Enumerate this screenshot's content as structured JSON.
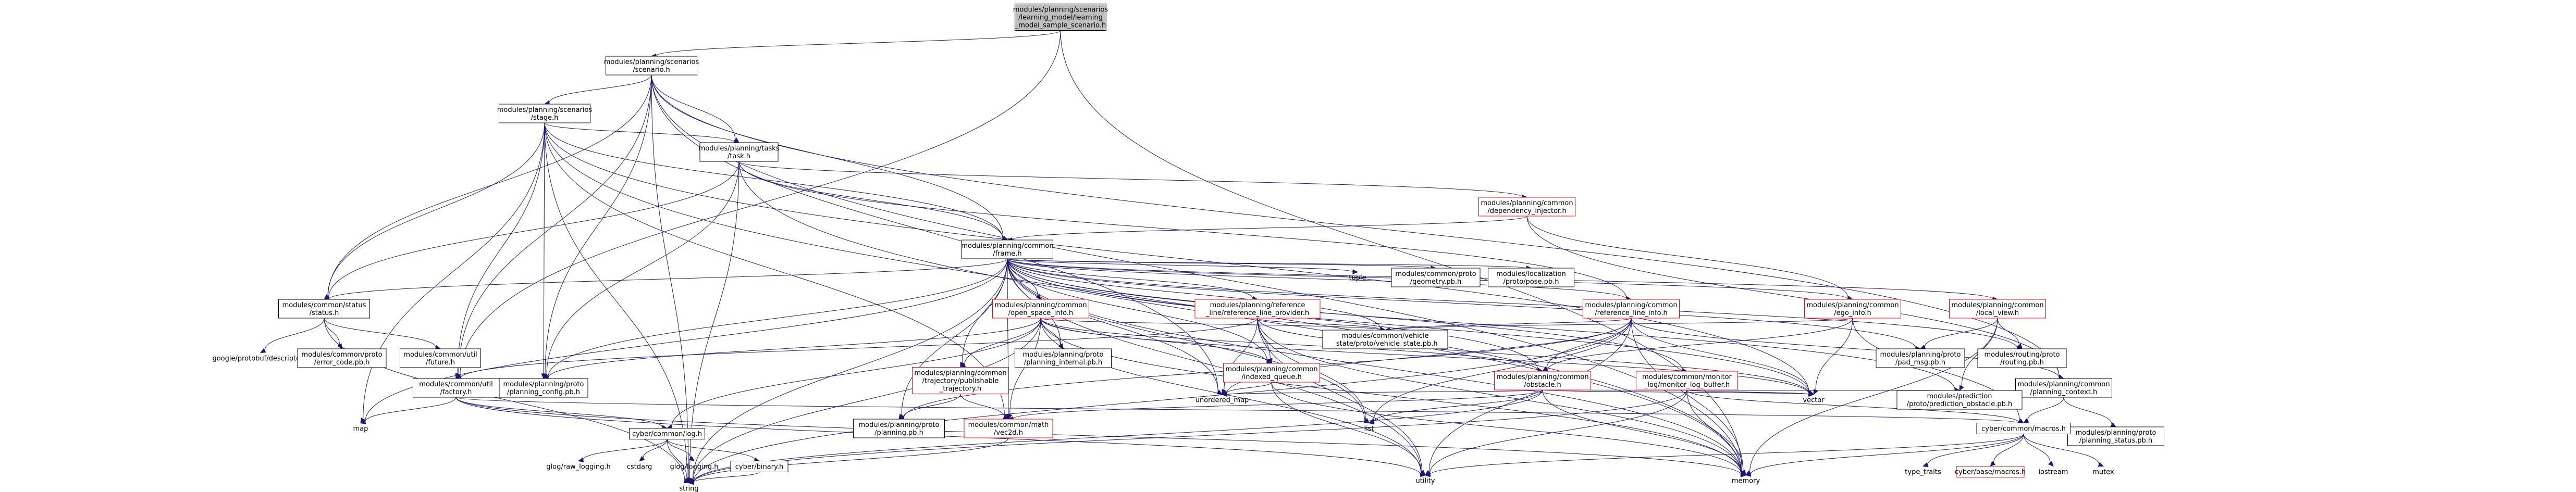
{
  "nodes": [
    {
      "id": "root",
      "lines": [
        "modules/planning/scenarios",
        "/learning_model/learning",
        "_model_sample_scenario.h"
      ],
      "style": "root"
    },
    {
      "id": "scenario_h",
      "lines": [
        "modules/planning/scenarios",
        "/scenario.h"
      ],
      "style": "normal"
    },
    {
      "id": "stage_h",
      "lines": [
        "modules/planning/scenarios",
        "/stage.h"
      ],
      "style": "normal"
    },
    {
      "id": "task_h",
      "lines": [
        "modules/planning/tasks",
        "/task.h"
      ],
      "style": "normal"
    },
    {
      "id": "dep_injector",
      "lines": [
        "modules/planning/common",
        "/dependency_injector.h"
      ],
      "style": "red"
    },
    {
      "id": "frame_h",
      "lines": [
        "modules/planning/common",
        "/frame.h"
      ],
      "style": "normal"
    },
    {
      "id": "status_h",
      "lines": [
        "modules/common/status",
        "/status.h"
      ],
      "style": "normal"
    },
    {
      "id": "factory_h",
      "lines": [
        "modules/common/util",
        "/factory.h"
      ],
      "style": "normal"
    },
    {
      "id": "planning_config",
      "lines": [
        "modules/planning/proto",
        "/planning_config.pb.h"
      ],
      "style": "normal"
    },
    {
      "id": "map",
      "lines": [
        "map"
      ],
      "style": "plain"
    },
    {
      "id": "descriptor",
      "lines": [
        "google/protobuf/descriptor.h"
      ],
      "style": "plain"
    },
    {
      "id": "error_code",
      "lines": [
        "modules/common/proto",
        "/error_code.pb.h"
      ],
      "style": "normal"
    },
    {
      "id": "future_h",
      "lines": [
        "modules/common/util",
        "/future.h"
      ],
      "style": "normal"
    },
    {
      "id": "open_space",
      "lines": [
        "modules/planning/common",
        "/open_space_info.h"
      ],
      "style": "red"
    },
    {
      "id": "traj_pub",
      "lines": [
        "modules/planning/common",
        "/trajectory/publishable",
        "_trajectory.h"
      ],
      "style": "red"
    },
    {
      "id": "planning_internal",
      "lines": [
        "modules/planning/proto",
        "/planning_internal.pb.h"
      ],
      "style": "normal"
    },
    {
      "id": "ref_line_provider",
      "lines": [
        "modules/planning/reference",
        "_line/reference_line_provider.h"
      ],
      "style": "red"
    },
    {
      "id": "indexed_queue",
      "lines": [
        "modules/planning/common",
        "/indexed_queue.h"
      ],
      "style": "red"
    },
    {
      "id": "vehicle_state",
      "lines": [
        "modules/common/vehicle",
        "_state/proto/vehicle_state.pb.h"
      ],
      "style": "normal"
    },
    {
      "id": "tuple",
      "lines": [
        "tuple"
      ],
      "style": "plain"
    },
    {
      "id": "geometry",
      "lines": [
        "modules/common/proto",
        "/geometry.pb.h"
      ],
      "style": "normal"
    },
    {
      "id": "pose",
      "lines": [
        "modules/localization",
        "/proto/pose.pb.h"
      ],
      "style": "normal"
    },
    {
      "id": "ref_line_info",
      "lines": [
        "modules/planning/common",
        "/reference_line_info.h"
      ],
      "style": "red"
    },
    {
      "id": "obstacle_h",
      "lines": [
        "modules/planning/common",
        "/obstacle.h"
      ],
      "style": "red"
    },
    {
      "id": "monitor_buffer",
      "lines": [
        "modules/common/monitor",
        "_log/monitor_log_buffer.h"
      ],
      "style": "red"
    },
    {
      "id": "ego_info",
      "lines": [
        "modules/planning/common",
        "/ego_info.h"
      ],
      "style": "red"
    },
    {
      "id": "local_view",
      "lines": [
        "modules/planning/common",
        "/local_view.h"
      ],
      "style": "red"
    },
    {
      "id": "pad_msg",
      "lines": [
        "modules/planning/proto",
        "/pad_msg.pb.h"
      ],
      "style": "normal"
    },
    {
      "id": "routing_pb",
      "lines": [
        "modules/routing/proto",
        "/routing.pb.h"
      ],
      "style": "normal"
    },
    {
      "id": "planning_context",
      "lines": [
        "modules/planning/common",
        "/planning_context.h"
      ],
      "style": "normal"
    },
    {
      "id": "planning_status",
      "lines": [
        "modules/planning/proto",
        "/planning_status.pb.h"
      ],
      "style": "normal"
    },
    {
      "id": "macros_h",
      "lines": [
        "cyber/common/macros.h"
      ],
      "style": "normal"
    },
    {
      "id": "log_h",
      "lines": [
        "cyber/common/log.h"
      ],
      "style": "normal"
    },
    {
      "id": "glog_raw",
      "lines": [
        "glog/raw_logging.h"
      ],
      "style": "plain"
    },
    {
      "id": "cstdarg",
      "lines": [
        "cstdarg"
      ],
      "style": "plain"
    },
    {
      "id": "glog_logging",
      "lines": [
        "glog/logging.h"
      ],
      "style": "plain"
    },
    {
      "id": "binary_h",
      "lines": [
        "cyber/binary.h"
      ],
      "style": "normal"
    },
    {
      "id": "string",
      "lines": [
        "string"
      ],
      "style": "plain"
    },
    {
      "id": "planning_pb",
      "lines": [
        "modules/planning/proto",
        "/planning.pb.h"
      ],
      "style": "normal"
    },
    {
      "id": "vec2d",
      "lines": [
        "modules/common/math",
        "/vec2d.h"
      ],
      "style": "red"
    },
    {
      "id": "unordered_map",
      "lines": [
        "unordered_map"
      ],
      "style": "plain"
    },
    {
      "id": "list",
      "lines": [
        "list"
      ],
      "style": "plain"
    },
    {
      "id": "utility",
      "lines": [
        "utility"
      ],
      "style": "plain"
    },
    {
      "id": "vector",
      "lines": [
        "vector"
      ],
      "style": "plain"
    },
    {
      "id": "prediction_obstacle",
      "lines": [
        "modules/prediction",
        "/proto/prediction_obstacle.pb.h"
      ],
      "style": "normal"
    },
    {
      "id": "memory",
      "lines": [
        "memory"
      ],
      "style": "plain"
    },
    {
      "id": "type_traits",
      "lines": [
        "type_traits"
      ],
      "style": "plain"
    },
    {
      "id": "base_macros",
      "lines": [
        "cyber/base/macros.h"
      ],
      "style": "red"
    },
    {
      "id": "iostream",
      "lines": [
        "iostream"
      ],
      "style": "plain"
    },
    {
      "id": "mutex",
      "lines": [
        "mutex"
      ],
      "style": "plain"
    }
  ],
  "edges": [
    [
      "root",
      "scenario_h"
    ],
    [
      "root",
      "factory_h"
    ],
    [
      "root",
      "memory"
    ],
    [
      "scenario_h",
      "stage_h"
    ],
    [
      "scenario_h",
      "task_h"
    ],
    [
      "scenario_h",
      "frame_h"
    ],
    [
      "scenario_h",
      "status_h"
    ],
    [
      "scenario_h",
      "factory_h"
    ],
    [
      "scenario_h",
      "planning_config"
    ],
    [
      "scenario_h",
      "planning_context"
    ],
    [
      "scenario_h",
      "string"
    ],
    [
      "scenario_h",
      "memory"
    ],
    [
      "scenario_h",
      "unordered_map"
    ],
    [
      "stage_h",
      "task_h"
    ],
    [
      "stage_h",
      "frame_h"
    ],
    [
      "stage_h",
      "status_h"
    ],
    [
      "stage_h",
      "factory_h"
    ],
    [
      "stage_h",
      "planning_config"
    ],
    [
      "stage_h",
      "map"
    ],
    [
      "stage_h",
      "string"
    ],
    [
      "stage_h",
      "vector"
    ],
    [
      "stage_h",
      "memory"
    ],
    [
      "stage_h",
      "vec2d"
    ],
    [
      "task_h",
      "dep_injector"
    ],
    [
      "task_h",
      "frame_h"
    ],
    [
      "task_h",
      "status_h"
    ],
    [
      "task_h",
      "planning_config"
    ],
    [
      "task_h",
      "ref_line_info"
    ],
    [
      "task_h",
      "string"
    ],
    [
      "task_h",
      "memory"
    ],
    [
      "dep_injector",
      "frame_h"
    ],
    [
      "dep_injector",
      "ego_info"
    ],
    [
      "dep_injector",
      "planning_context"
    ],
    [
      "frame_h",
      "status_h"
    ],
    [
      "frame_h",
      "open_space"
    ],
    [
      "frame_h",
      "traj_pub"
    ],
    [
      "frame_h",
      "planning_internal"
    ],
    [
      "frame_h",
      "ref_line_provider"
    ],
    [
      "frame_h",
      "indexed_queue"
    ],
    [
      "frame_h",
      "vehicle_state"
    ],
    [
      "frame_h",
      "tuple"
    ],
    [
      "frame_h",
      "geometry"
    ],
    [
      "frame_h",
      "pose"
    ],
    [
      "frame_h",
      "ref_line_info"
    ],
    [
      "frame_h",
      "obstacle_h"
    ],
    [
      "frame_h",
      "monitor_buffer"
    ],
    [
      "frame_h",
      "ego_info"
    ],
    [
      "frame_h",
      "local_view"
    ],
    [
      "frame_h",
      "pad_msg"
    ],
    [
      "frame_h",
      "routing_pb"
    ],
    [
      "frame_h",
      "planning_pb"
    ],
    [
      "frame_h",
      "planning_config"
    ],
    [
      "frame_h",
      "vec2d"
    ],
    [
      "frame_h",
      "unordered_map"
    ],
    [
      "frame_h",
      "list"
    ],
    [
      "frame_h",
      "map"
    ],
    [
      "frame_h",
      "string"
    ],
    [
      "frame_h",
      "vector"
    ],
    [
      "frame_h",
      "utility"
    ],
    [
      "frame_h",
      "prediction_obstacle"
    ],
    [
      "frame_h",
      "memory"
    ],
    [
      "status_h",
      "descriptor"
    ],
    [
      "status_h",
      "error_code"
    ],
    [
      "status_h",
      "future_h"
    ],
    [
      "status_h",
      "string"
    ],
    [
      "factory_h",
      "map"
    ],
    [
      "factory_h",
      "log_h"
    ],
    [
      "factory_h",
      "macros_h"
    ],
    [
      "factory_h",
      "memory"
    ],
    [
      "factory_h",
      "utility"
    ],
    [
      "open_space",
      "traj_pub"
    ],
    [
      "open_space",
      "planning_internal"
    ],
    [
      "open_space",
      "indexed_queue"
    ],
    [
      "open_space",
      "vehicle_state"
    ],
    [
      "open_space",
      "planning_config"
    ],
    [
      "open_space",
      "vec2d"
    ],
    [
      "open_space",
      "log_h"
    ],
    [
      "open_space",
      "vector"
    ],
    [
      "open_space",
      "utility"
    ],
    [
      "open_space",
      "memory"
    ],
    [
      "open_space",
      "string"
    ],
    [
      "open_space",
      "obstacle_h"
    ],
    [
      "traj_pub",
      "planning_pb"
    ],
    [
      "traj_pub",
      "vec2d"
    ],
    [
      "ref_line_provider",
      "vehicle_state"
    ],
    [
      "ref_line_provider",
      "indexed_queue"
    ],
    [
      "ref_line_provider",
      "factory_h"
    ],
    [
      "ref_line_provider",
      "list"
    ],
    [
      "ref_line_provider",
      "vector"
    ],
    [
      "ref_line_provider",
      "memory"
    ],
    [
      "ref_line_provider",
      "unordered_map"
    ],
    [
      "ref_line_provider",
      "utility"
    ],
    [
      "indexed_queue",
      "unordered_map"
    ],
    [
      "indexed_queue",
      "memory"
    ],
    [
      "indexed_queue",
      "utility"
    ],
    [
      "ref_line_info",
      "vehicle_state"
    ],
    [
      "ref_line_info",
      "obstacle_h"
    ],
    [
      "ref_line_info",
      "planning_context"
    ],
    [
      "ref_line_info",
      "planning_pb"
    ],
    [
      "ref_line_info",
      "vector"
    ],
    [
      "ref_line_info",
      "list"
    ],
    [
      "ref_line_info",
      "memory"
    ],
    [
      "ref_line_info",
      "unordered_map"
    ],
    [
      "ref_line_info",
      "utility"
    ],
    [
      "ref_line_info",
      "string"
    ],
    [
      "obstacle_h",
      "vec2d"
    ],
    [
      "obstacle_h",
      "prediction_obstacle"
    ],
    [
      "obstacle_h",
      "list"
    ],
    [
      "obstacle_h",
      "unordered_map"
    ],
    [
      "obstacle_h",
      "vector"
    ],
    [
      "obstacle_h",
      "memory"
    ],
    [
      "obstacle_h",
      "string"
    ],
    [
      "monitor_buffer",
      "macros_h"
    ],
    [
      "monitor_buffer",
      "vector"
    ],
    [
      "monitor_buffer",
      "memory"
    ],
    [
      "monitor_buffer",
      "utility"
    ],
    [
      "monitor_buffer",
      "string"
    ],
    [
      "ego_info",
      "obstacle_h"
    ],
    [
      "ego_info",
      "vehicle_state"
    ],
    [
      "ego_info",
      "macros_h"
    ],
    [
      "ego_info",
      "vector"
    ],
    [
      "local_view",
      "pad_msg"
    ],
    [
      "local_view",
      "routing_pb"
    ],
    [
      "local_view",
      "prediction_obstacle"
    ],
    [
      "local_view",
      "memory"
    ],
    [
      "planning_context",
      "planning_status"
    ],
    [
      "planning_context",
      "macros_h"
    ],
    [
      "macros_h",
      "type_traits"
    ],
    [
      "macros_h",
      "base_macros"
    ],
    [
      "macros_h",
      "iostream"
    ],
    [
      "macros_h",
      "mutex"
    ],
    [
      "macros_h",
      "memory"
    ],
    [
      "macros_h",
      "utility"
    ],
    [
      "log_h",
      "glog_raw"
    ],
    [
      "log_h",
      "cstdarg"
    ],
    [
      "log_h",
      "glog_logging"
    ],
    [
      "log_h",
      "binary_h"
    ],
    [
      "log_h",
      "string"
    ],
    [
      "binary_h",
      "string"
    ],
    [
      "vec2d",
      "string"
    ]
  ]
}
